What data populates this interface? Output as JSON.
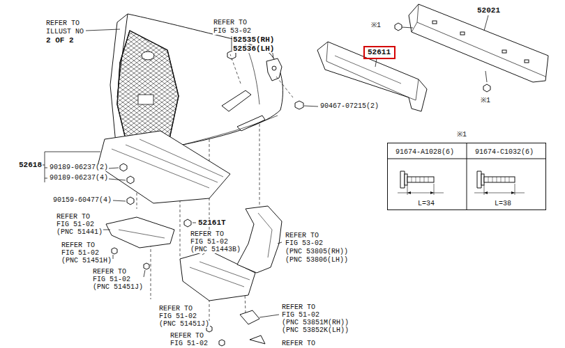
{
  "diagram": {
    "nodes": [
      {
        "text": [
          "52611"
        ]
      },
      {
        "text": [
          "※1",
          "91674-A1028(6)",
          "91674-C1032(6)",
          "L=34",
          "L=38"
        ]
      }
    ],
    "labels": [
      "REFER TO",
      "ILLUST NO",
      "2 OF 2",
      "REFER TO",
      "FIG 53-02",
      "52535(RH)",
      "52536(LH)",
      "52021",
      "※1",
      "※1",
      "90467-07215(2)",
      "52618",
      "90189-06237(2)",
      "90189-06237(4)",
      "90159-60477(4)",
      "52161T",
      "REFER TO",
      "FIG 51-02",
      "(PNC 51441)",
      "REFER TO",
      "FIG 51-02",
      "(PNC 51443B)",
      "REFER TO",
      "FIG 53-02",
      "(PNC 53805(RH))",
      "(PNC 53806(LH))",
      "REFER TO",
      "FIG 51-02",
      "(PNC 51451H)",
      "REFER TO",
      "FIG 51-02",
      "(PNC 51451J)",
      "REFER TO",
      "FIG 51-02",
      "(PNC 51451J)",
      "REFER TO",
      "FIG 51-02",
      "(PNC 53851M(RH))",
      "(PNC 53852K(LH))",
      "REFER TO",
      "FIG 51-02",
      "REFER TO"
    ]
  }
}
